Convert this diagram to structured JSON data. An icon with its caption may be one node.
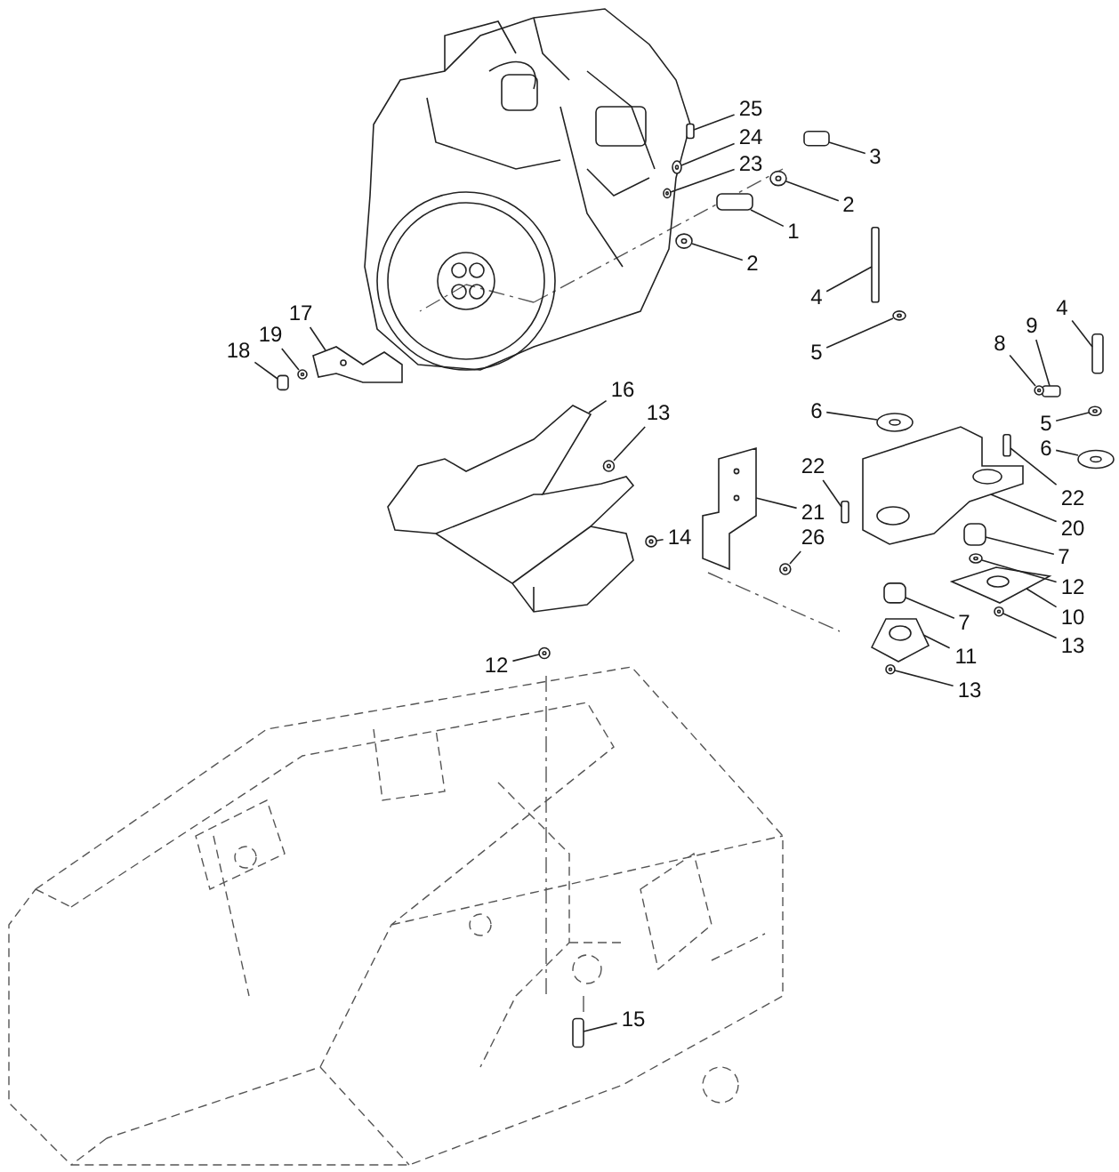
{
  "diagram": {
    "nodes": [
      {
        "text": [
          "25"
        ]
      },
      {
        "text": [
          "24"
        ]
      },
      {
        "text": [
          "3"
        ]
      },
      {
        "text": [
          "23"
        ]
      },
      {
        "text": [
          "2"
        ]
      },
      {
        "text": [
          "1"
        ]
      },
      {
        "text": [
          "2"
        ]
      },
      {
        "text": [
          "4"
        ]
      },
      {
        "text": [
          "4"
        ]
      },
      {
        "text": [
          "17"
        ]
      },
      {
        "text": [
          "9"
        ]
      },
      {
        "text": [
          "19"
        ]
      },
      {
        "text": [
          "8"
        ]
      },
      {
        "text": [
          "18"
        ]
      },
      {
        "text": [
          "5"
        ]
      },
      {
        "text": [
          "16"
        ]
      },
      {
        "text": [
          "6"
        ]
      },
      {
        "text": [
          "13"
        ]
      },
      {
        "text": [
          "5"
        ]
      },
      {
        "text": [
          "6"
        ]
      },
      {
        "text": [
          "22"
        ]
      },
      {
        "text": [
          "22"
        ]
      },
      {
        "text": [
          "21"
        ]
      },
      {
        "text": [
          "14"
        ]
      },
      {
        "text": [
          "20"
        ]
      },
      {
        "text": [
          "26"
        ]
      },
      {
        "text": [
          "7"
        ]
      },
      {
        "text": [
          "12"
        ]
      },
      {
        "text": [
          "10"
        ]
      },
      {
        "text": [
          "7"
        ]
      },
      {
        "text": [
          "13"
        ]
      },
      {
        "text": [
          "11"
        ]
      },
      {
        "text": [
          "12"
        ]
      },
      {
        "text": [
          "13"
        ]
      },
      {
        "text": [
          "15"
        ]
      },
      {
        "text": [],
        "shape": "bar"
      },
      {
        "text": [],
        "shape": "circle"
      },
      {
        "text": [],
        "shape": "bar"
      },
      {
        "text": [],
        "shape": "circle"
      },
      {
        "text": [],
        "shape": "circle"
      },
      {
        "text": [],
        "shape": "bar"
      },
      {
        "text": [],
        "shape": "circle"
      },
      {
        "text": [],
        "shape": "bar"
      },
      {
        "text": [],
        "shape": "bar"
      },
      {
        "text": [],
        "shape": "picture"
      },
      {
        "text": [],
        "shape": "bar"
      },
      {
        "text": [],
        "shape": "circle"
      },
      {
        "text": [],
        "shape": "circle"
      },
      {
        "text": [],
        "shape": "bar"
      },
      {
        "text": [],
        "shape": "circle"
      },
      {
        "text": [],
        "shape": "picture"
      },
      {
        "text": [],
        "shape": "circle"
      },
      {
        "text": [],
        "shape": "circle"
      },
      {
        "text": [],
        "shape": "circle"
      },
      {
        "text": [],
        "shape": "circle"
      },
      {
        "text": [],
        "shape": "bar"
      },
      {
        "text": [],
        "shape": "bar"
      },
      {
        "text": [],
        "shape": "picture"
      },
      {
        "text": [],
        "shape": "circle"
      },
      {
        "text": [],
        "shape": "picture"
      },
      {
        "text": [],
        "shape": "circle"
      },
      {
        "text": [],
        "shape": "bar"
      },
      {
        "text": [],
        "shape": "circle"
      },
      {
        "text": [],
        "shape": "picture"
      },
      {
        "text": [],
        "shape": "bar"
      },
      {
        "text": [],
        "shape": "circle"
      },
      {
        "text": [],
        "shape": "picture"
      },
      {
        "text": [],
        "shape": "circle"
      },
      {
        "text": [],
        "shape": "circle"
      },
      {
        "text": [],
        "shape": "bar"
      }
    ],
    "edges": [
      {
        "from": 0,
        "to": 35,
        "arrow": "none"
      },
      {
        "from": 1,
        "to": 36,
        "arrow": "none"
      },
      {
        "from": 2,
        "to": 37,
        "arrow": "none"
      },
      {
        "from": 3,
        "to": 38,
        "arrow": "none"
      },
      {
        "from": 4,
        "to": 39,
        "arrow": "none"
      },
      {
        "from": 5,
        "to": 40,
        "arrow": "none"
      },
      {
        "from": 6,
        "to": 41,
        "arrow": "none"
      },
      {
        "from": 7,
        "to": 42,
        "arrow": "none"
      },
      {
        "from": 8,
        "to": 43,
        "arrow": "none"
      },
      {
        "from": 9,
        "to": 44,
        "arrow": "none"
      },
      {
        "from": 10,
        "to": 45,
        "arrow": "none"
      },
      {
        "from": 11,
        "to": 46,
        "arrow": "none"
      },
      {
        "from": 12,
        "to": 47,
        "arrow": "none"
      },
      {
        "from": 13,
        "to": 48,
        "arrow": "none"
      },
      {
        "from": 14,
        "to": 49,
        "arrow": "none"
      },
      {
        "from": 15,
        "to": 50,
        "arrow": "none"
      },
      {
        "from": 16,
        "to": 51,
        "arrow": "none"
      },
      {
        "from": 17,
        "to": 52,
        "arrow": "none"
      },
      {
        "from": 18,
        "to": 53,
        "arrow": "none"
      },
      {
        "from": 19,
        "to": 54,
        "arrow": "none"
      },
      {
        "from": 20,
        "to": 55,
        "arrow": "none"
      },
      {
        "from": 21,
        "to": 56,
        "arrow": "none"
      },
      {
        "from": 22,
        "to": 57,
        "arrow": "none"
      },
      {
        "from": 23,
        "to": 58,
        "arrow": "none"
      },
      {
        "from": 24,
        "to": 59,
        "arrow": "none"
      },
      {
        "from": 25,
        "to": 60,
        "arrow": "none"
      },
      {
        "from": 26,
        "to": 61,
        "arrow": "none"
      },
      {
        "from": 27,
        "to": 62,
        "arrow": "none"
      },
      {
        "from": 28,
        "to": 63,
        "arrow": "none"
      },
      {
        "from": 29,
        "to": 64,
        "arrow": "none"
      },
      {
        "from": 30,
        "to": 65,
        "arrow": "none"
      },
      {
        "from": 31,
        "to": 66,
        "arrow": "none"
      },
      {
        "from": 32,
        "to": 67,
        "arrow": "none"
      },
      {
        "from": 33,
        "to": 68,
        "arrow": "none"
      },
      {
        "from": 34,
        "to": 69,
        "arrow": "none"
      }
    ]
  }
}
